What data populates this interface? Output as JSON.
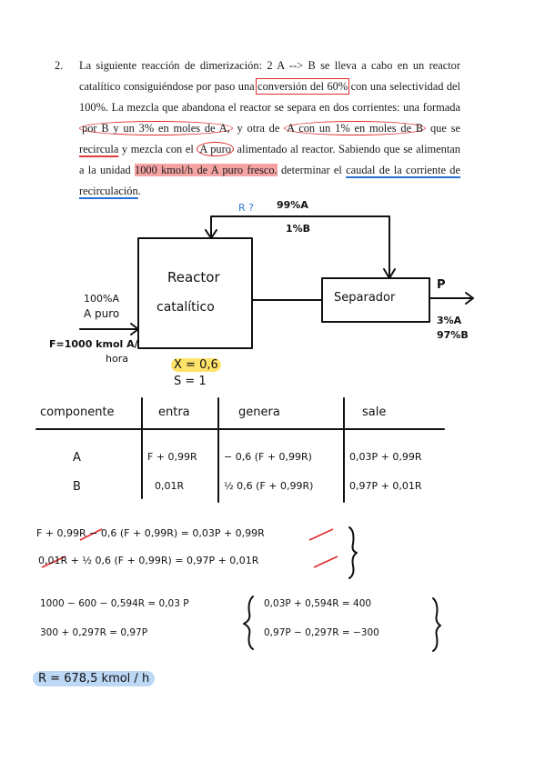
{
  "problem": {
    "number": "2.",
    "segments": [
      {
        "t": "La siguiente reacción de dimerización: 2 A --> B se lleva a cabo en un reactor catalítico consiguiéndose por paso una "
      },
      {
        "t": "conversión del 60%",
        "s": "box-red"
      },
      {
        "t": " con una selectividad del 100%. La mezcla que abandona el reactor se separa en dos corrientes: una formada "
      },
      {
        "t": "por B y un 3% en moles de A,",
        "s": "circ"
      },
      {
        "t": " y otra de "
      },
      {
        "t": "A con un 1% en moles de B",
        "s": "circ"
      },
      {
        "t": " que se "
      },
      {
        "t": "recircula",
        "s": "ul-red"
      },
      {
        "t": " y mezcla con el "
      },
      {
        "t": "A puro",
        "s": "circ"
      },
      {
        "t": " alimentado al reactor. Sabiendo que se alimentan a la unidad "
      },
      {
        "t": "1000 kmol/h de A puro fresco.",
        "s": "hl-red"
      },
      {
        "t": " determinar el "
      },
      {
        "t": "caudal de la corriente de recirculación",
        "s": "ul-blue"
      },
      {
        "t": "."
      }
    ]
  },
  "diagram": {
    "recycle_label": "R ?",
    "recycle_comp_a": "99%A",
    "recycle_comp_b": "1%B",
    "reactor_line1": "Reactor",
    "reactor_line2": "catalítico",
    "feed_label_1": "100%A",
    "feed_label_2": "A puro",
    "feed_label_3": "F=1000 kmol A/",
    "feed_label_4": "hora",
    "separator_label": "Separador",
    "product_label": "P",
    "product_comp_a": "3%A",
    "product_comp_b": "97%B",
    "conversion": "X = 0,6",
    "selectivity": "S = 1"
  },
  "balance_table": {
    "headers": [
      "componente",
      "entra",
      "genera",
      "sale"
    ],
    "rows": [
      [
        "A",
        "F + 0,99R",
        "− 0,6 (F + 0,99R)",
        "0,03P + 0,99R"
      ],
      [
        "B",
        "0,01R",
        "½ 0,6 (F + 0,99R)",
        "0,97P + 0,01R"
      ]
    ]
  },
  "equations": {
    "eq1": "F + 0,99R − 0,6 (F + 0,99R) = 0,03P + 0,99R",
    "eq2": "0,01R + ½ 0,6 (F + 0,99R) = 0,97P + 0,01R",
    "eq3": "1000 − 600 − 0,594R = 0,03 P",
    "eq4": "300 + 0,297R = 0,97P",
    "eq5": "0,03P + 0,594R = 400",
    "eq6": "0,97P − 0,297R = −300",
    "result": "R = 678,5 kmol / h"
  }
}
